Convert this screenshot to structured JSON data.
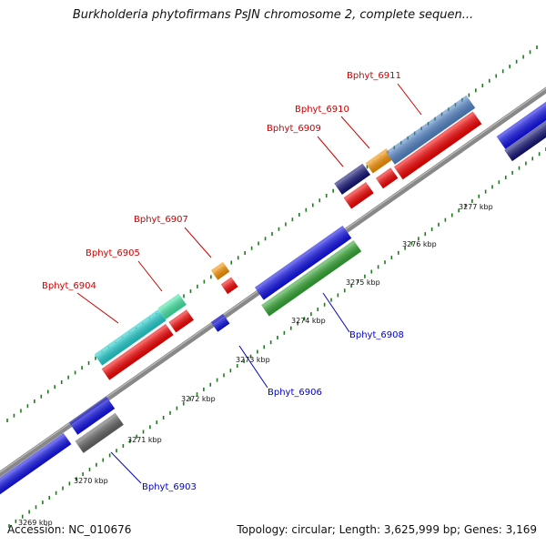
{
  "title": "Burkholderia phytofirmans PsJN chromosome 2, complete sequen...",
  "footer": {
    "accession": "Accession: NC_010676",
    "summary": "Topology: circular; Length: 3,625,999 bp; Genes: 3,169"
  },
  "scale": {
    "ticks": [
      "3270 kbp",
      "3271 kbp",
      "3272 kbp",
      "3273 kbp",
      "3274 kbp",
      "3275 kbp",
      "3276 kbp",
      "3277 kbp"
    ],
    "partial_tick": "3269 kbp"
  },
  "genes": [
    {
      "id": "Bphyt_6903",
      "strand": "reverse",
      "color": "#606060"
    },
    {
      "id": "Bphyt_6904",
      "strand": "forward",
      "color": "#20c8c8"
    },
    {
      "id": "Bphyt_6905",
      "strand": "forward",
      "color": "#40e0a0"
    },
    {
      "id": "Bphyt_6906",
      "strand": "reverse",
      "color": "#1010e0"
    },
    {
      "id": "Bphyt_6907",
      "strand": "forward",
      "color": "#f08c00"
    },
    {
      "id": "Bphyt_6908",
      "strand": "reverse",
      "color": "#30a030"
    },
    {
      "id": "Bphyt_6909",
      "strand": "forward",
      "color": "#101070"
    },
    {
      "id": "Bphyt_6910",
      "strand": "forward",
      "color": "#f08c00"
    },
    {
      "id": "Bphyt_6911",
      "strand": "forward",
      "color": "#5080c0"
    }
  ],
  "colors": {
    "backbone": "#888888",
    "tick_dots": "#1e7a1e",
    "cds": "#ee0000",
    "gene_blue": "#1010e0",
    "gene_navy": "#101070",
    "label_forward": "#cc0000",
    "label_reverse": "#0000cc"
  }
}
